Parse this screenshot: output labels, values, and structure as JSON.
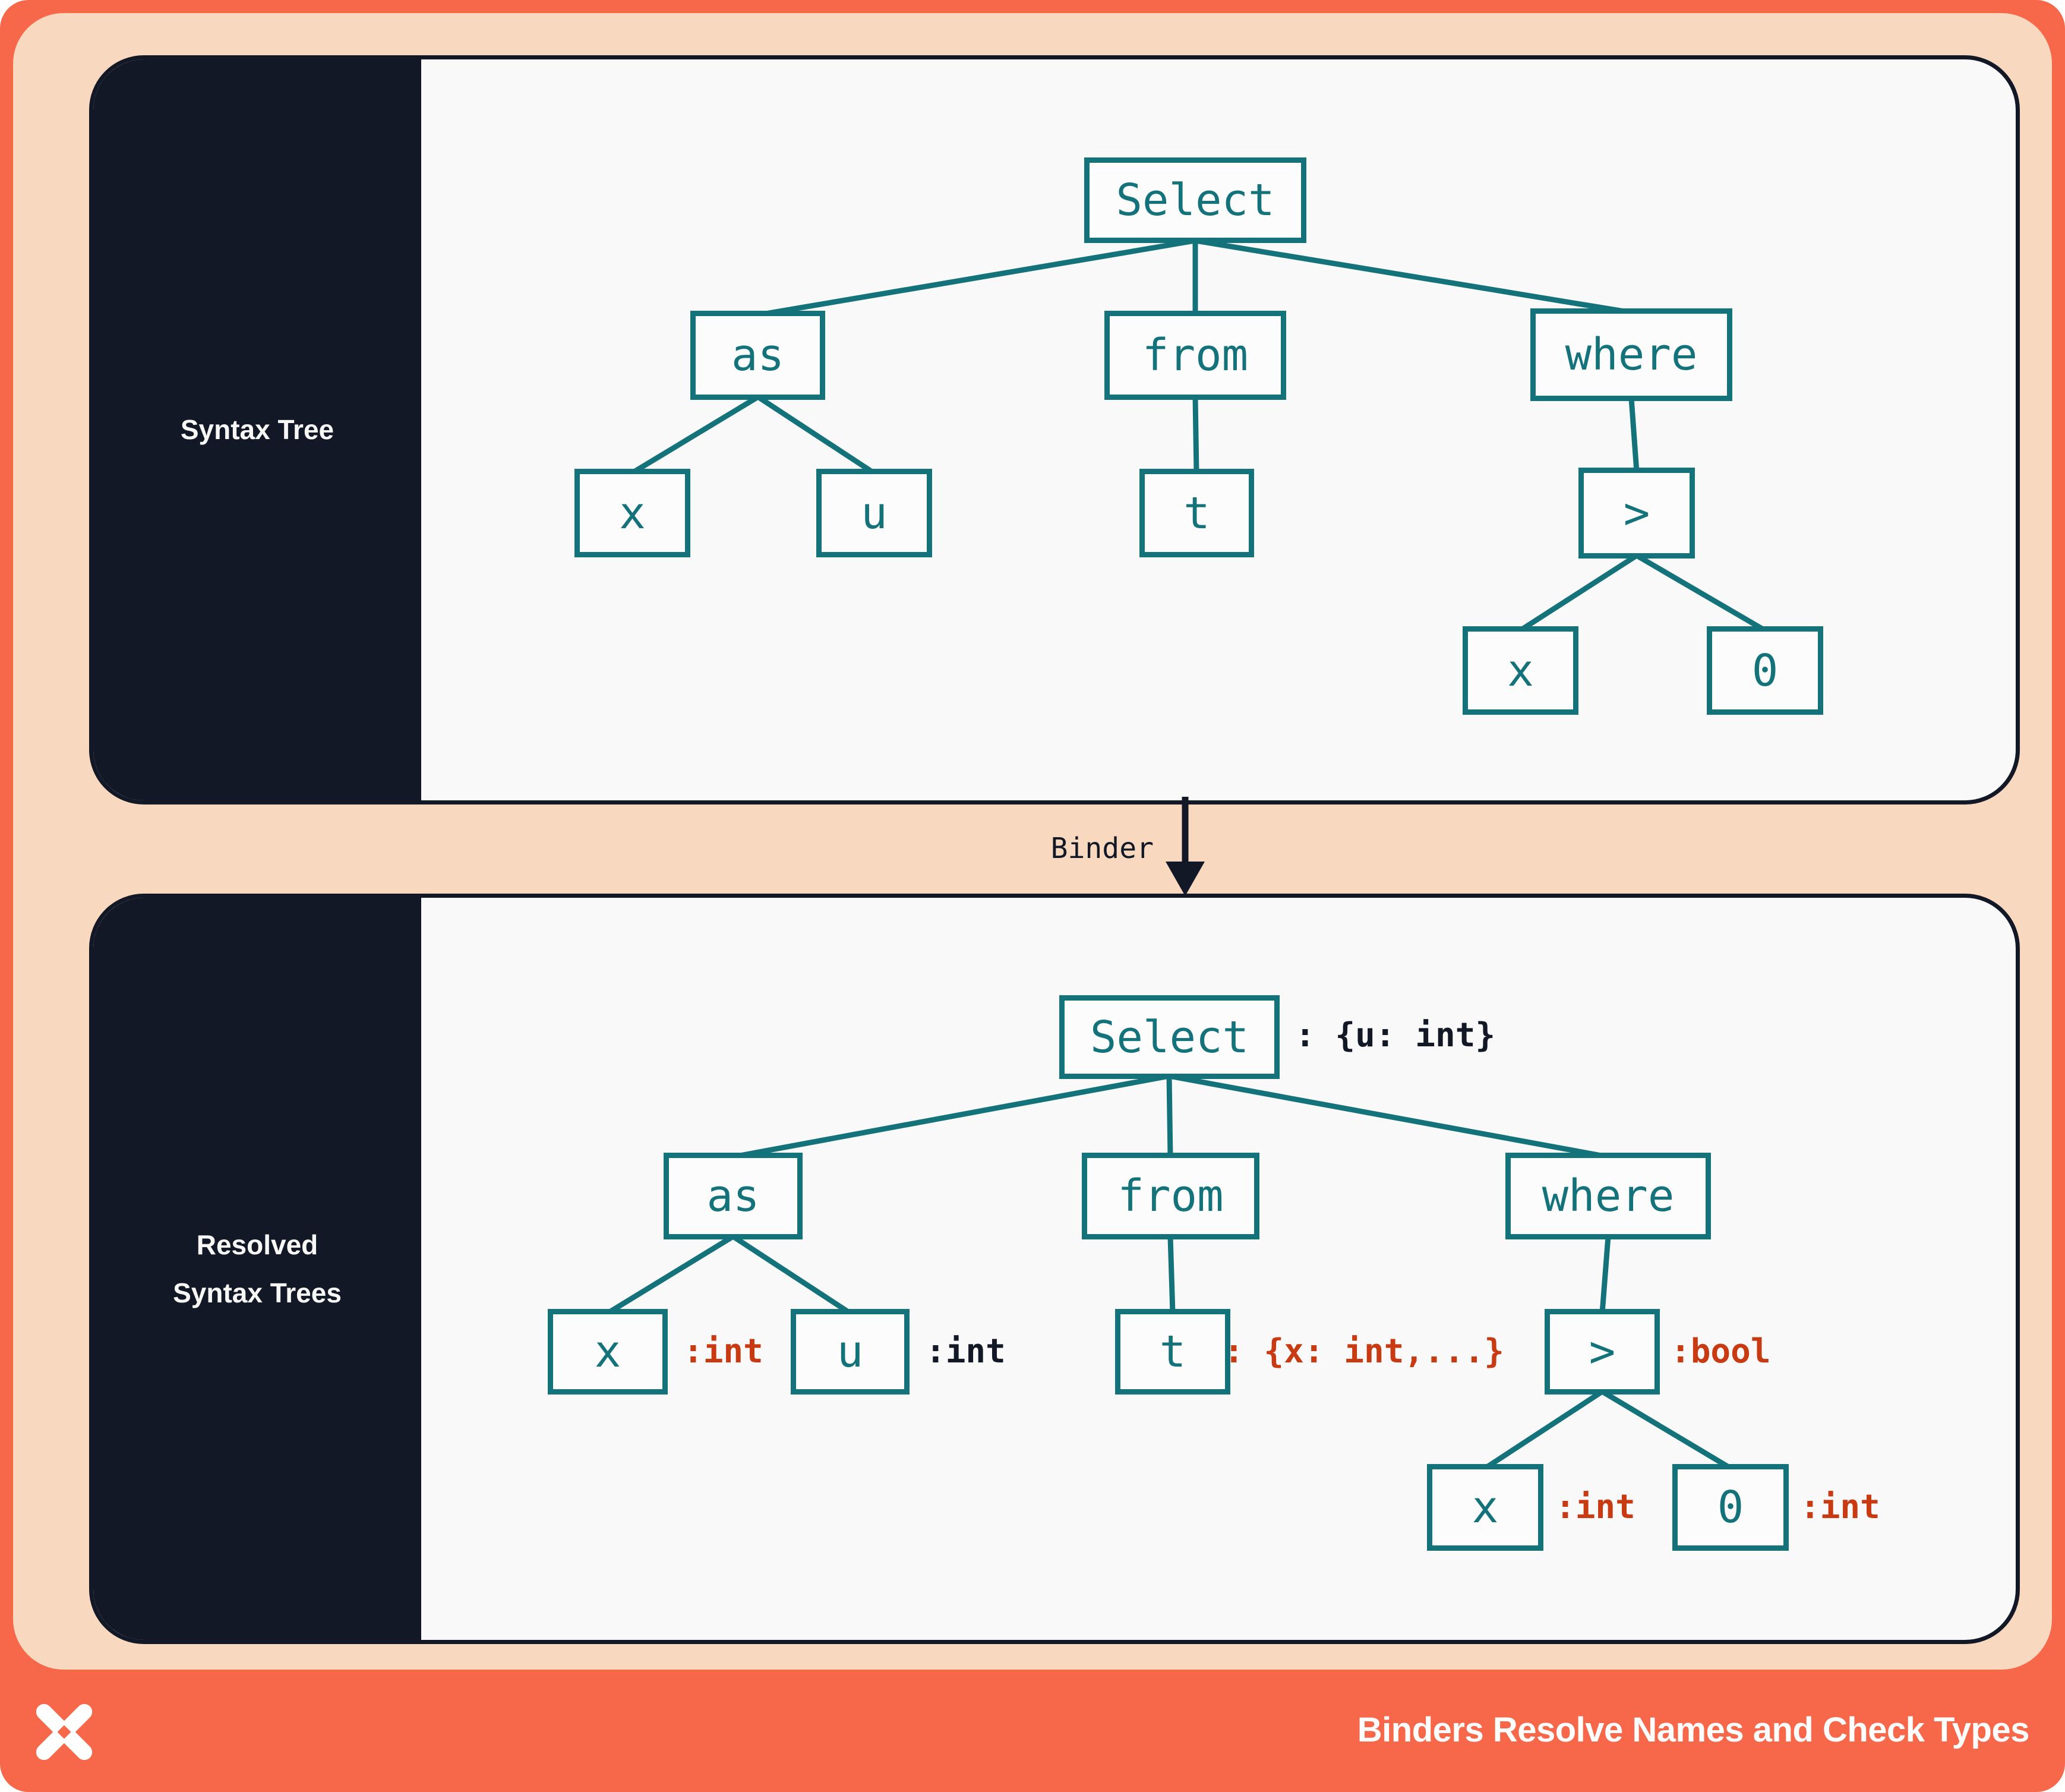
{
  "palette": {
    "coral": "#f7684a",
    "peach": "#f8d9c0",
    "panel_background": "#f8f9f8",
    "dark_navy": "#131826",
    "teal": "#14737a",
    "annotation_red": "#c83a12"
  },
  "panels": [
    {
      "sidebar_label": "Syntax Tree",
      "tree": {
        "nodes": [
          {
            "id": "select",
            "label": "Select"
          },
          {
            "id": "as",
            "label": "as"
          },
          {
            "id": "from",
            "label": "from"
          },
          {
            "id": "where",
            "label": "where"
          },
          {
            "id": "x",
            "label": "x"
          },
          {
            "id": "u",
            "label": "u"
          },
          {
            "id": "t",
            "label": "t"
          },
          {
            "id": "gt",
            "label": ">"
          },
          {
            "id": "x2",
            "label": "x"
          },
          {
            "id": "zero",
            "label": "0"
          }
        ],
        "edges": [
          [
            "select",
            "as"
          ],
          [
            "select",
            "from"
          ],
          [
            "select",
            "where"
          ],
          [
            "as",
            "x"
          ],
          [
            "as",
            "u"
          ],
          [
            "from",
            "t"
          ],
          [
            "where",
            "gt"
          ],
          [
            "gt",
            "x2"
          ],
          [
            "gt",
            "zero"
          ]
        ]
      }
    },
    {
      "sidebar_label": "Resolved\nSyntax Trees",
      "tree": {
        "nodes": [
          {
            "id": "select",
            "label": "Select",
            "annotation": ": {u: int}",
            "annotation_color": "dark"
          },
          {
            "id": "as",
            "label": "as"
          },
          {
            "id": "from",
            "label": "from"
          },
          {
            "id": "where",
            "label": "where"
          },
          {
            "id": "x",
            "label": "x",
            "annotation": ":int",
            "annotation_color": "red"
          },
          {
            "id": "u",
            "label": "u",
            "annotation": ":int",
            "annotation_color": "dark"
          },
          {
            "id": "t",
            "label": "t",
            "annotation": ": {x: int,...}",
            "annotation_color": "red"
          },
          {
            "id": "gt",
            "label": ">",
            "annotation": ":bool",
            "annotation_color": "red"
          },
          {
            "id": "x2",
            "label": "x",
            "annotation": ":int",
            "annotation_color": "red"
          },
          {
            "id": "zero",
            "label": "0",
            "annotation": ":int",
            "annotation_color": "red"
          }
        ],
        "edges": [
          [
            "select",
            "as"
          ],
          [
            "select",
            "from"
          ],
          [
            "select",
            "where"
          ],
          [
            "as",
            "x"
          ],
          [
            "as",
            "u"
          ],
          [
            "from",
            "t"
          ],
          [
            "where",
            "gt"
          ],
          [
            "gt",
            "x2"
          ],
          [
            "gt",
            "zero"
          ]
        ]
      }
    }
  ],
  "binder": {
    "label": "Binder"
  },
  "footer": {
    "title": "Binders Resolve Names and Check Types",
    "logo_icon": "pinwheel-x-logo"
  }
}
